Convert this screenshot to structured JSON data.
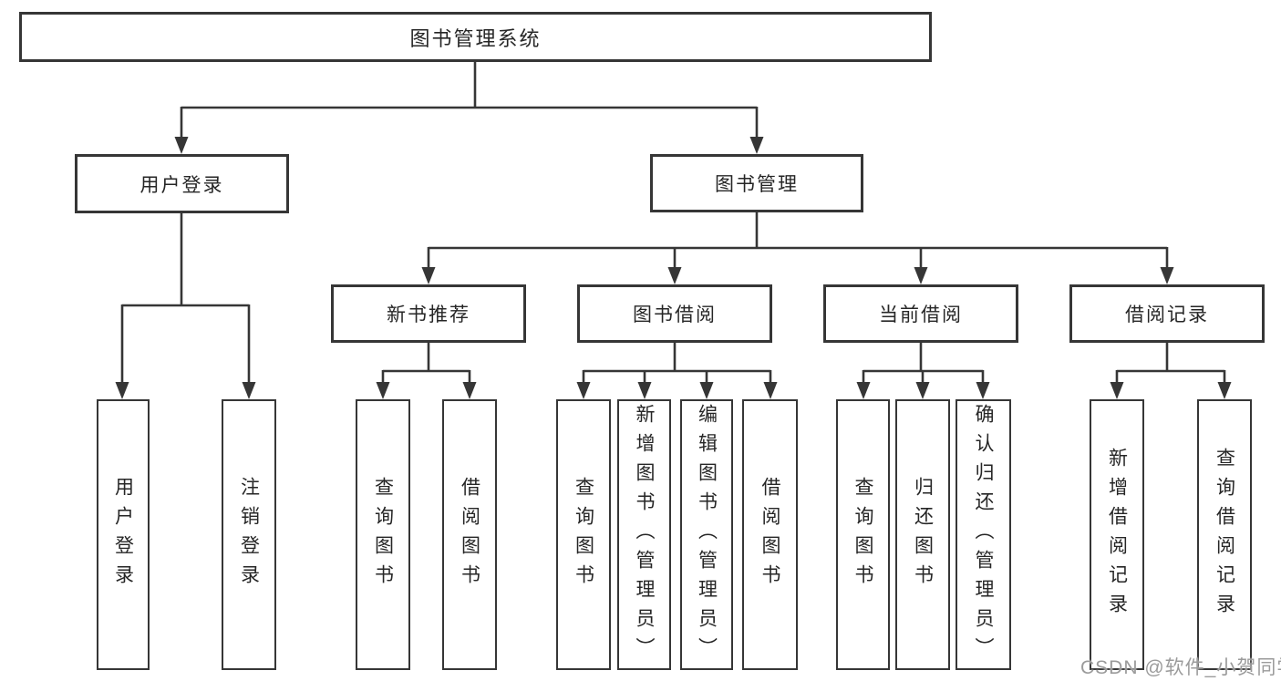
{
  "colors": {
    "line": "#363636",
    "text": "#262626",
    "watermark": "#9b9b9b",
    "background": "#ffffff"
  },
  "tree": {
    "root": "图书管理系统",
    "level2": [
      "用户登录",
      "图书管理"
    ],
    "level3": [
      "新书推荐",
      "图书借阅",
      "当前借阅",
      "借阅记录"
    ],
    "leaves": {
      "login": [
        "用户登录",
        "注销登录"
      ],
      "newbook": [
        "查询图书",
        "借阅图书"
      ],
      "borrow": [
        "查询图书",
        "新增图书（管理员）",
        "编辑图书（管理员）",
        "借阅图书"
      ],
      "current": [
        "查询图书",
        "归还图书",
        "确认归还（管理员）"
      ],
      "records": [
        "新增借阅记录",
        "查询借阅记录"
      ]
    }
  },
  "watermark": "CSDN @软件_小贺同学"
}
